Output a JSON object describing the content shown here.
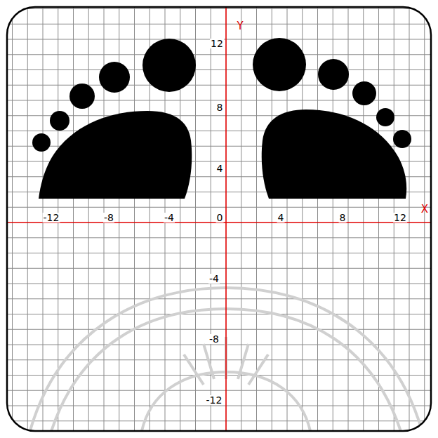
{
  "diagram": {
    "labels": [
      "-12",
      "-8",
      "-4",
      "0",
      "4",
      "8",
      "12",
      "12",
      "8",
      "4",
      "-4",
      "-8",
      "-12",
      "X",
      "Y"
    ]
  }
}
